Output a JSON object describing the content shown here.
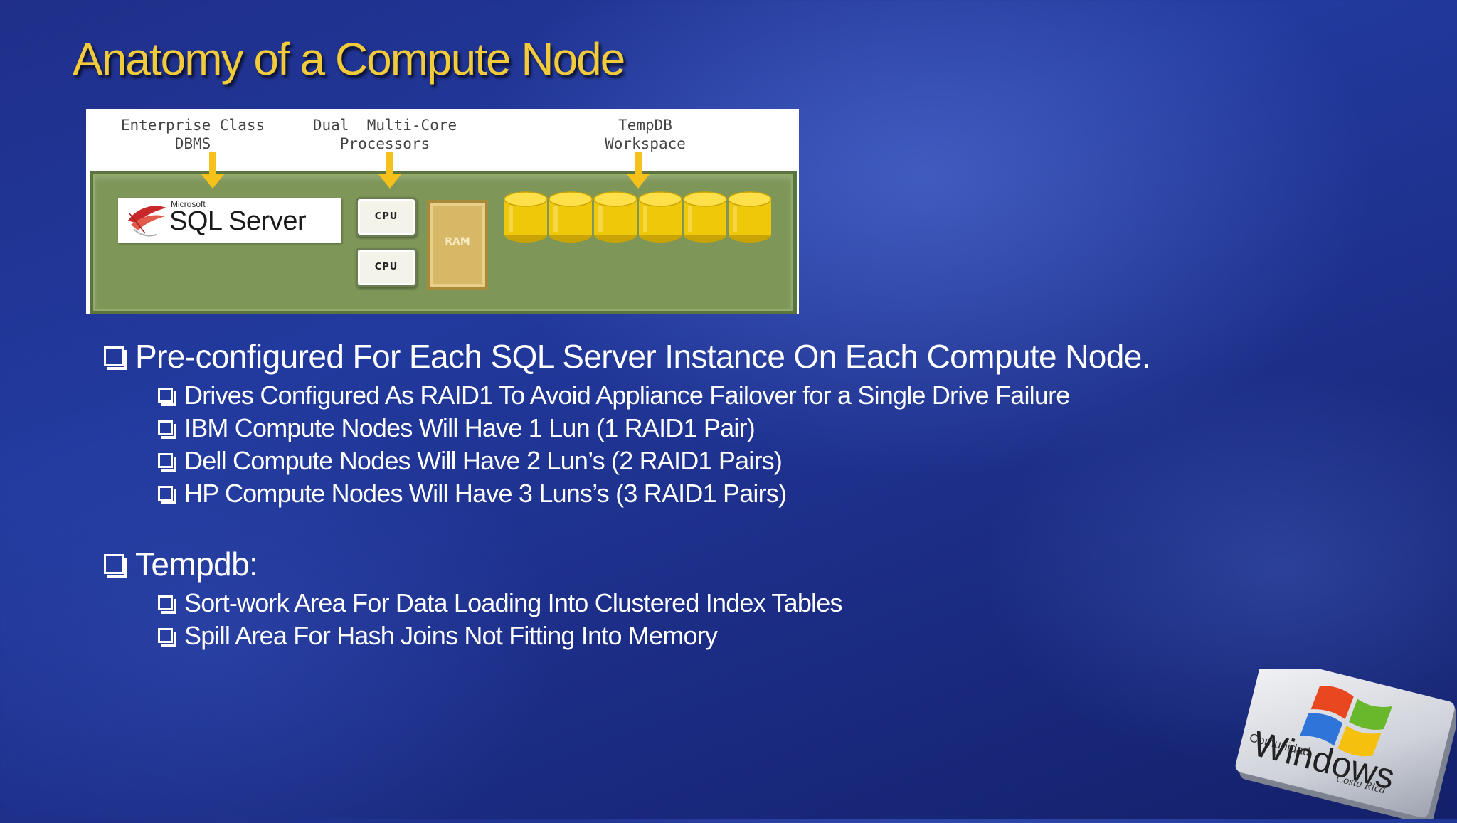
{
  "slide": {
    "title": "Anatomy of a Compute Node"
  },
  "diagram": {
    "captions": {
      "dbms": "Enterprise Class\nDBMS",
      "processors": "Dual  Multi-Core\nProcessors",
      "tempdb": "TempDB\nWorkspace"
    },
    "sql_logo_brand": "Microsoft",
    "sql_logo_name": "SQL Server",
    "cpu_label": "CPU",
    "ram_label": "RAM",
    "disk_count": 6,
    "colors": {
      "board": "#7e9658",
      "arrow": "#f5c11a",
      "disk": "#f0c80a"
    }
  },
  "bullets": [
    {
      "text": "Pre-configured For Each SQL Server Instance On Each Compute Node.",
      "children": [
        "Drives Configured As RAID1 To Avoid Appliance Failover for a Single Drive Failure",
        "IBM Compute Nodes Will Have 1 Lun (1 RAID1 Pair)",
        "Dell Compute Nodes Will Have 2 Lun’s (2 RAID1 Pairs)",
        "HP Compute Nodes Will Have 3 Luns’s (3 RAID1 Pairs)"
      ]
    },
    {
      "text": "Tempdb:",
      "children": [
        "Sort-work Area For Data Loading Into Clustered Index Tables",
        "Spill Area For Hash Joins Not Fitting Into Memory"
      ]
    }
  ],
  "logo": {
    "top": "Comunidad",
    "name": "Windows",
    "bottom": "Costa Rica"
  }
}
